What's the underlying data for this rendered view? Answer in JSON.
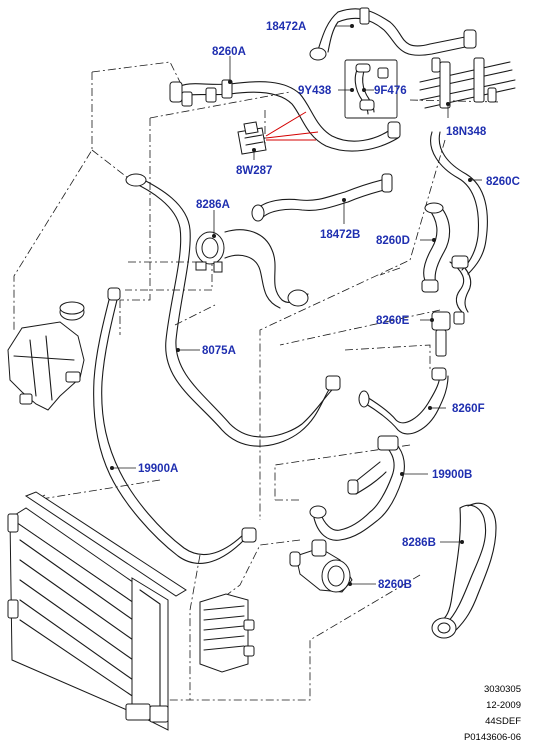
{
  "callouts": {
    "c18472A": "18472A",
    "c8260A": "8260A",
    "c9Y438": "9Y438",
    "c9F476": "9F476",
    "c18N348": "18N348",
    "c8W287": "8W287",
    "c8260C": "8260C",
    "c8286A": "8286A",
    "c18472B": "18472B",
    "c8260D": "8260D",
    "c8260E": "8260E",
    "c8075A": "8075A",
    "c8260F": "8260F",
    "c19900A": "19900A",
    "c19900B": "19900B",
    "c8286B": "8286B",
    "c8260B": "8260B"
  },
  "reference": {
    "line1": "3030305",
    "line2": "12-2009",
    "line3": "44SDEF",
    "line4": "P0143606-06"
  },
  "colors": {
    "callout": "#1f2fb0",
    "highlight_leaders": "#d40000",
    "linework": "#1a1a1a"
  }
}
